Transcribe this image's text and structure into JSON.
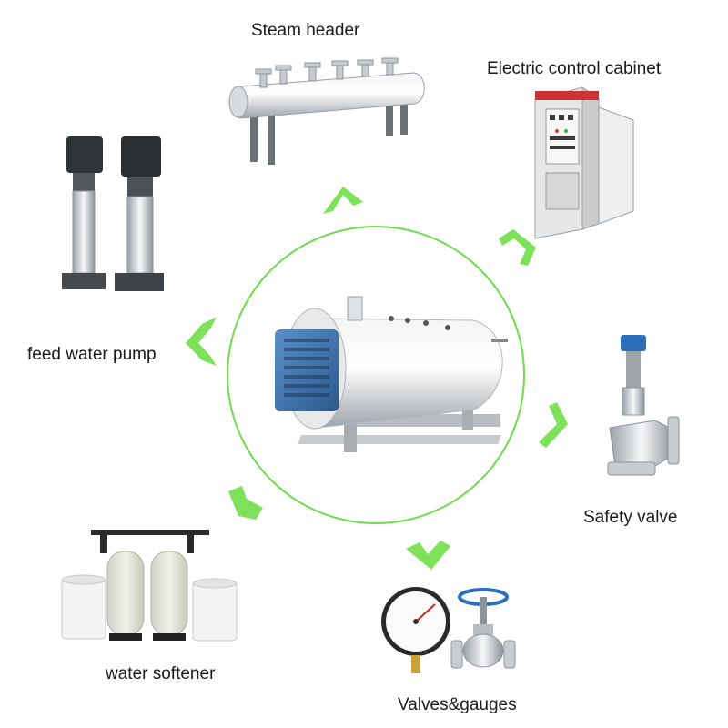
{
  "labels": {
    "steam_header": "Steam header",
    "control_cabinet": "Electric control cabinet",
    "feed_pump": "feed water pump",
    "safety_valve": "Safety valve",
    "water_softener": "water softener",
    "valves_gauges": "Valves&gauges"
  },
  "colors": {
    "arrow": "#7de15a",
    "ring": "#6fdc4e",
    "steel": "#d6dade",
    "boiler_blue": "#3b6ea8",
    "valve_blue": "#2a6fb8"
  },
  "icons": [
    "steam-header-icon",
    "control-cabinet-icon",
    "pump-icon",
    "boiler-icon",
    "safety-valve-icon",
    "gauge-icon",
    "globe-valve-icon",
    "water-softener-icon",
    "chevron-arrow-icon"
  ]
}
